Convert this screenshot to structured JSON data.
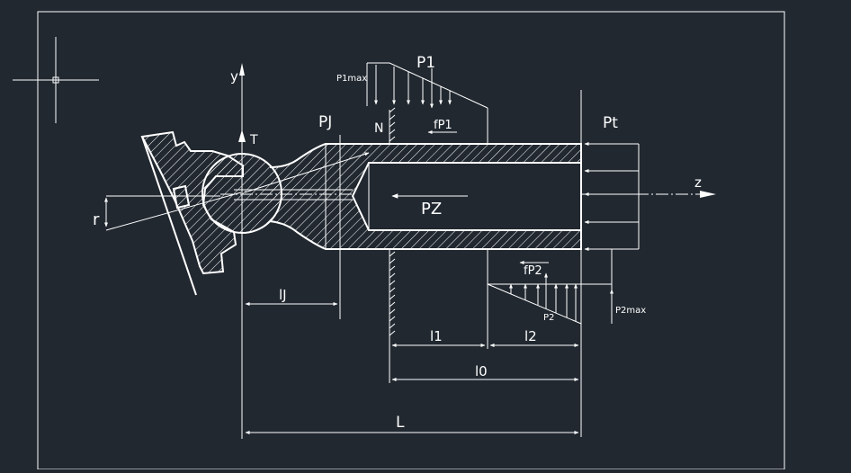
{
  "drawing": {
    "background": "#212830",
    "line_color": "#ffffff",
    "labels": {
      "y_axis": "y",
      "z_axis": "z",
      "t": "T",
      "n": "N",
      "pj": "PJ",
      "pt": "Pt",
      "p1": "P1",
      "p1max": "P1max",
      "fp1": "fP1",
      "pz": "PZ",
      "fp2": "fP2",
      "p2": "P2",
      "p2max": "P2max",
      "r": "r",
      "lj": "lJ",
      "l1": "l1",
      "l2": "l2",
      "l0": "l0",
      "L": "L"
    },
    "crosshair_icon": "crosshair-cursor-icon"
  }
}
